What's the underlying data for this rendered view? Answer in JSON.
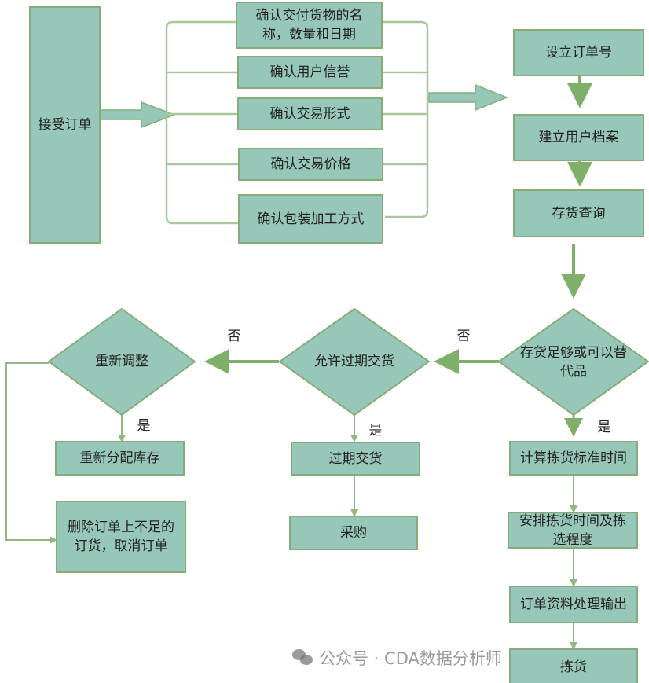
{
  "nodes": {
    "receive_order": "接受订单",
    "confirm_goods": "确认交付货物的名称，数量和日期",
    "confirm_credit": "确认用户信誉",
    "confirm_form": "确认交易形式",
    "confirm_price": "确认交易价格",
    "confirm_packaging": "确认包装加工方式",
    "set_order_no": "设立订单号",
    "create_profile": "建立用户档案",
    "inventory_query": "存货查询",
    "stock_enough": "存货足够或可以替代品",
    "allow_late": "允许过期交货",
    "readjust": "重新调整",
    "reallocate": "重新分配库存",
    "delete_order": "删除订单上不足的订货，取消订单",
    "late_delivery": "过期交货",
    "purchase": "采购",
    "calc_time": "计算拣货标准时间",
    "schedule_picking": "安排拣货时间及拣选程度",
    "order_output": "订单资料处理输出",
    "picking": "拣货"
  },
  "edge_labels": {
    "no1": "否",
    "no2": "否",
    "yes1": "是",
    "yes2": "是",
    "yes3": "是"
  },
  "watermark": "公众号 · CDA数据分析师",
  "colors": {
    "fill": "#97c7b8",
    "border": "#86ad78",
    "arrow": "#7fb069"
  }
}
